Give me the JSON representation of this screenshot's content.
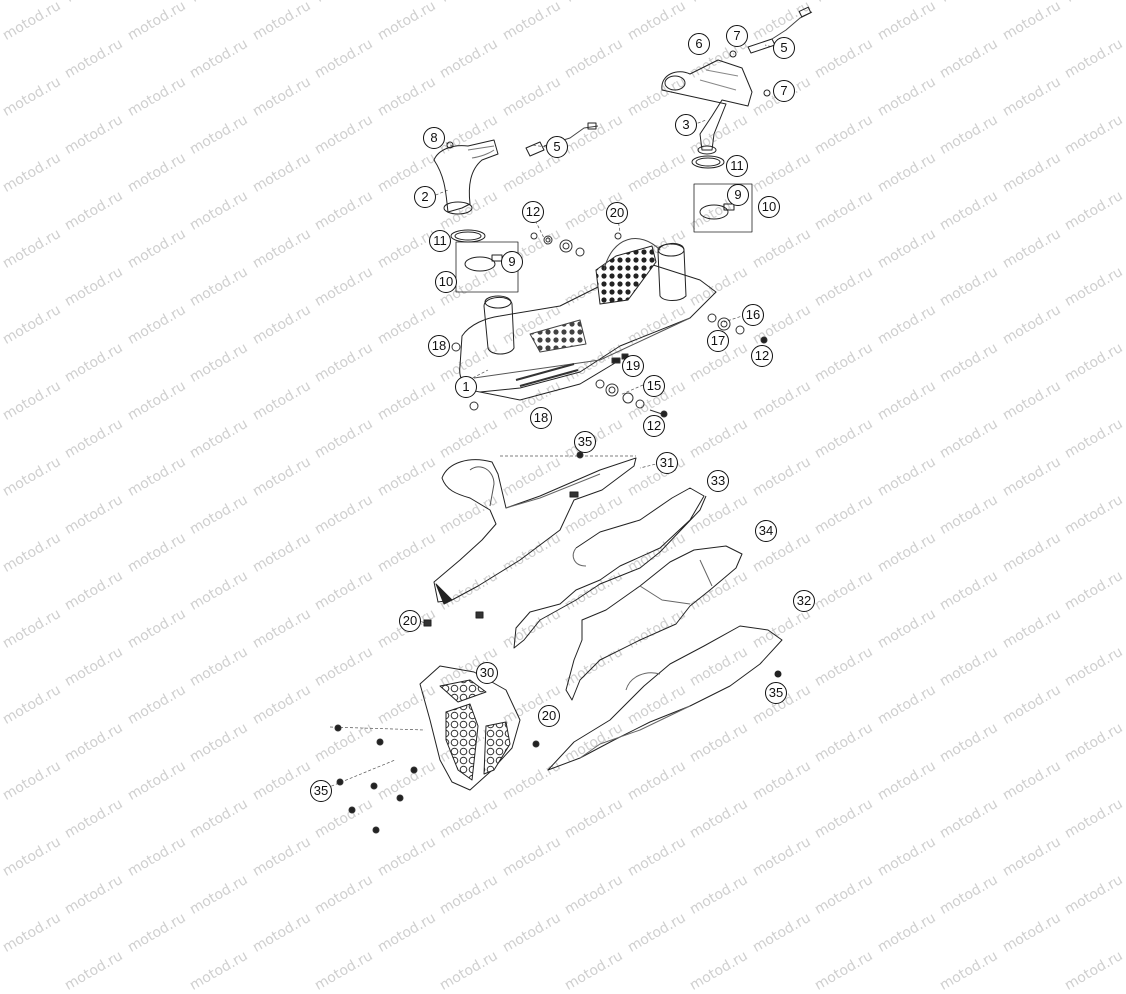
{
  "watermark": {
    "text": "motod.ru"
  },
  "callouts": [
    {
      "label": "1"
    },
    {
      "label": "2"
    },
    {
      "label": "3"
    },
    {
      "label": "5"
    },
    {
      "label": "5"
    },
    {
      "label": "6"
    },
    {
      "label": "7"
    },
    {
      "label": "7"
    },
    {
      "label": "8"
    },
    {
      "label": "9"
    },
    {
      "label": "9"
    },
    {
      "label": "10"
    },
    {
      "label": "10"
    },
    {
      "label": "11"
    },
    {
      "label": "11"
    },
    {
      "label": "12"
    },
    {
      "label": "12"
    },
    {
      "label": "12"
    },
    {
      "label": "15"
    },
    {
      "label": "16"
    },
    {
      "label": "17"
    },
    {
      "label": "18"
    },
    {
      "label": "18"
    },
    {
      "label": "19"
    },
    {
      "label": "20"
    },
    {
      "label": "20"
    },
    {
      "label": "20"
    },
    {
      "label": "30"
    },
    {
      "label": "31"
    },
    {
      "label": "32"
    },
    {
      "label": "33"
    },
    {
      "label": "34"
    },
    {
      "label": "35"
    },
    {
      "label": "35"
    },
    {
      "label": "35"
    }
  ]
}
